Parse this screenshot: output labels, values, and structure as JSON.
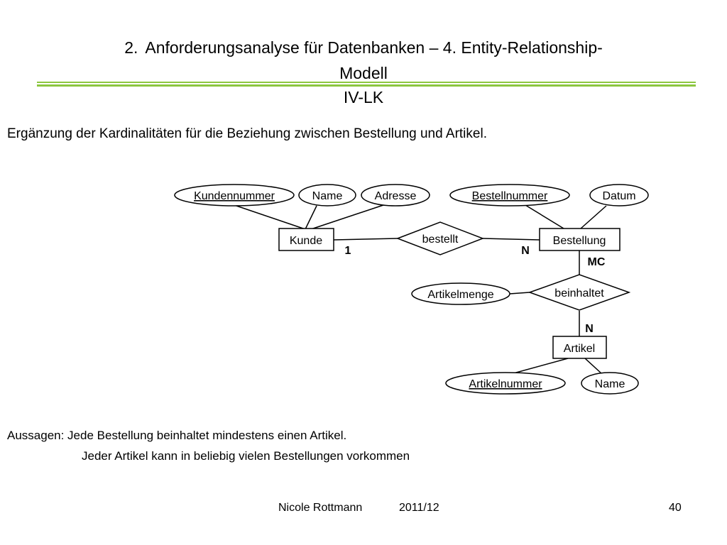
{
  "slide": {
    "title_number": "2.",
    "title_line1": "Anforderungsanalyse für Datenbanken – 4. Entity-Relationship-",
    "title_line2": "Modell",
    "title_line3": "IV-LK",
    "intro": "Ergänzung der Kardinalitäten für die Beziehung zwischen Bestellung und Artikel.",
    "aussagen_1": "Aussagen: Jede Bestellung beinhaltet mindestens einen Artikel.",
    "aussagen_2": "Jeder Artikel kann in beliebig vielen Bestellungen vorkommen",
    "footer_author": "Nicole Rottmann",
    "footer_term": "2011/12",
    "page_number": "40",
    "accent_color": "#8cc63f"
  },
  "diagram": {
    "entities": {
      "kunde": "Kunde",
      "bestellung": "Bestellung",
      "artikel": "Artikel"
    },
    "relationships": {
      "bestellt": "bestellt",
      "beinhaltet": "beinhaltet"
    },
    "attributes": {
      "kundennummer": "Kundennummer",
      "kunde_name": "Name",
      "adresse": "Adresse",
      "bestellnummer": "Bestellnummer",
      "datum": "Datum",
      "artikelmenge": "Artikelmenge",
      "artikelnummer": "Artikelnummer",
      "artikel_name": "Name"
    },
    "cardinalities": {
      "kunde_bestellt": "1",
      "bestellung_bestellt": "N",
      "bestellung_beinhaltet": "MC",
      "artikel_beinhaltet": "N"
    }
  }
}
